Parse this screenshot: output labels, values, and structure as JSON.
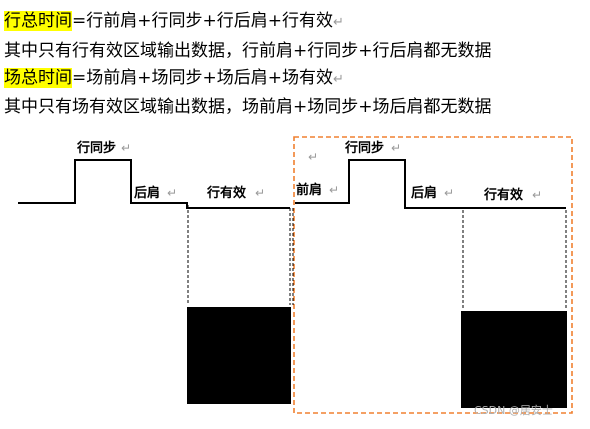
{
  "text_lines": [
    {
      "highlight": "行总时间",
      "rest": "=行前肩+行同步+行后肩+行有效"
    },
    {
      "highlight": "",
      "rest": "其中只有行有效区域输出数据，行前肩+行同步+行后肩都无数据"
    },
    {
      "highlight": "场总时间",
      "rest": "=场前肩+场同步+场后肩+场有效"
    },
    {
      "highlight": "",
      "rest": "其中只有场有效区域输出数据，场前肩+场同步+场后肩都无数据"
    }
  ],
  "paragraph_mark": "↵",
  "diagram": {
    "left_labels": {
      "sync": "行同步",
      "back_porch": "后肩",
      "active": "行有效"
    },
    "right_labels": {
      "front_porch": "前肩",
      "sync": "行同步",
      "back_porch": "后肩",
      "active": "行有效"
    },
    "box_color": "#f08030"
  },
  "watermark": "CSDN @居安士"
}
